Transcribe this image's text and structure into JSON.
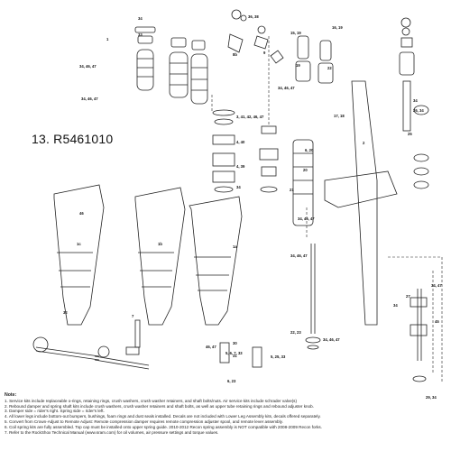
{
  "part_number": "13. R5461010",
  "callouts": {
    "c34a": "34",
    "c33": "33",
    "c1": "1",
    "c36_38": "36, 38",
    "c34_46_47a": "34, 46, 47",
    "c34_46_47b": "34, 46, 47",
    "c34_46_47c": "34, 46, 47",
    "c3_41_42": "3, 41, 42, 46, 47",
    "c4_40": "4, 40",
    "c4_39": "4, 39",
    "c34b": "34",
    "c34c": "34",
    "c46a": "46",
    "c1c": "1c",
    "c1b": "1b",
    "c1a": "1a",
    "c32": "32",
    "c2": "2",
    "c20": "20",
    "c21": "21",
    "c34_46_47d": "34, 46, 47",
    "c6_20": "6, 20",
    "c15_19": "15, 19",
    "c19": "19",
    "c22": "22",
    "c9": "9",
    "c8b": "8b",
    "c16_19": "16, 19",
    "c17_18": "17, 18",
    "c34_46_47e": "34, 46, 47",
    "c27": "27",
    "c25": "25",
    "c26_34": "26, 34",
    "c34_47": "34, 47",
    "c34d": "34",
    "c45": "45",
    "c22_23": "22, 23",
    "c34_46_47f": "34, 46, 47",
    "c29_34": "29, 34",
    "c7": "7",
    "c30": "30",
    "c31": "31",
    "c5_6_7": "5, 6, 7, 33",
    "c6_23": "6, 23",
    "c46_47": "46, 47",
    "c5_25": "5, 25, 33"
  },
  "notes": {
    "title": "Note:",
    "lines": [
      "1. Service kits include replaceable o-rings, retaining rings, crush washers, crush washer retainers, and shaft bolts/nuts.   Air service kits include schrader valve(s)",
      "2. Rebound damper and spring shaft kits include crush washers, crush washer retainers and shaft bolts, as well as upper tube retaining rings and rebound adjuster knob.",
      "3. Damper side = rider's right.  Spring side = rider's left.",
      "4. All lower legs include bottom-out bumpers, bushings, foam rings and dust seals installed. Decals are not included with Lower Leg Assembly kits, decals offered separately.",
      "5. Convert from Crown-Adjust to Remote Adjust:  Remote compression damper requires remote compression adjuster spool, and remote lever assembly.",
      "6. Coil spring kits are fully assembled.  Top cap must be installed onto upper spring guide.  2010-2012 Recon spring assembly is NOT compatible with 2008-2009 Recon forks.",
      "7. Refer to the RockShox Technical Manual (www.sram.com) for oil volumes, air pressure settings and torque values."
    ]
  }
}
